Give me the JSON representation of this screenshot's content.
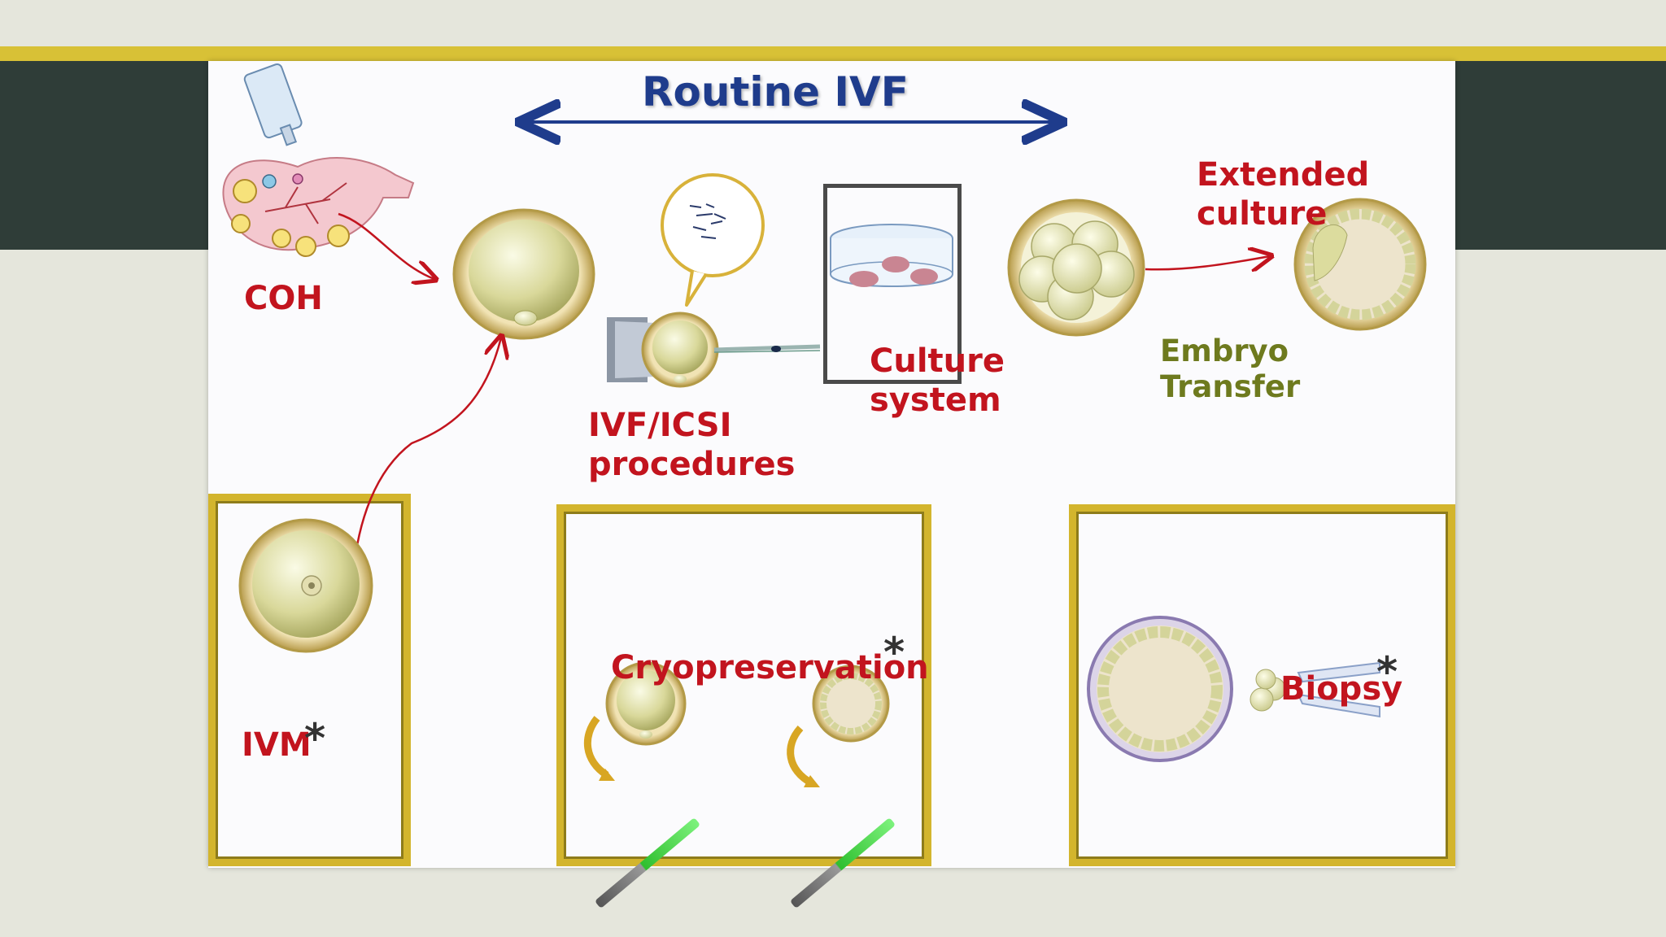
{
  "title": "Routine IVF",
  "labels": {
    "coh": "COH",
    "ivf_icsi_line1": "IVF/ICSI",
    "ivf_icsi_line2": "procedures",
    "culture_line1": "Culture",
    "culture_line2": "system",
    "extended_line1": "Extended",
    "extended_line2": "culture",
    "embryo_line1": "Embryo",
    "embryo_line2": "Transfer",
    "ivm": "IVM",
    "cryopreservation": "Cryopreservation",
    "biopsy": "Biopsy",
    "asterisk": "*"
  },
  "colors": {
    "title": "#1f3c8c",
    "red_label": "#c2141e",
    "olive_label": "#6e7a1e",
    "gold_frame": "#d3b52d",
    "background": "#e5e6dc",
    "dark_band": "#2f3d38"
  },
  "icons": [
    "iv-bag-icon",
    "ovary-icon",
    "oocyte-icon",
    "icsi-needle-icon",
    "culture-dish-icon",
    "morula-icon",
    "blastocyst-icon",
    "vitrification-straw-icon",
    "biopsy-pipette-icon"
  ]
}
